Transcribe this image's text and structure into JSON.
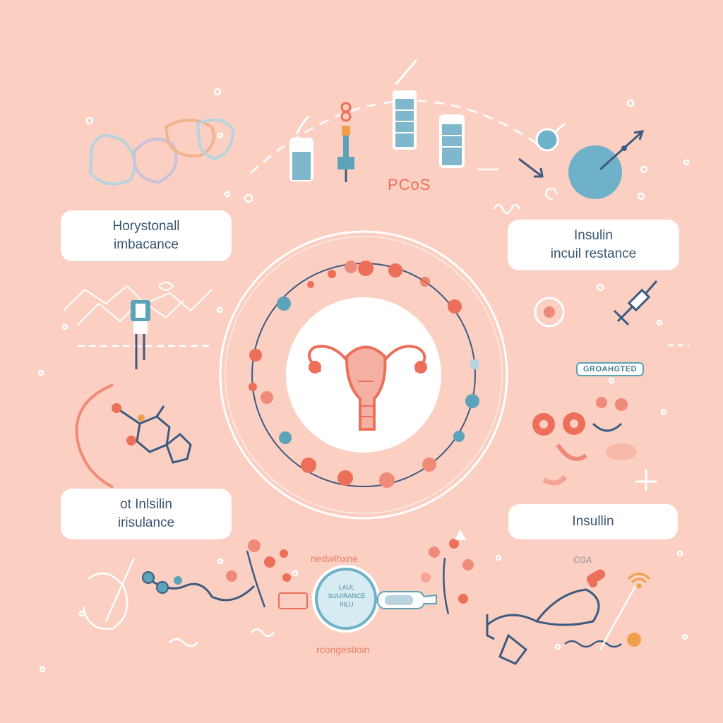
{
  "center_label": "PCoS",
  "cards": {
    "top_left": {
      "line1": "Horystonall",
      "line2": "imbacance"
    },
    "top_right": {
      "line1": "Insulin",
      "line2": "incuil restance"
    },
    "bottom_left": {
      "line1": "ot Inlsilin",
      "line2": "irisulance"
    },
    "bottom_right": {
      "line1": "Insullin"
    }
  },
  "badge": "GROAHGTED",
  "captions": {
    "top": "nedwihxne",
    "bottom": "rcongestioin"
  },
  "chip": {
    "line1": "LAUL",
    "line2": "SUUIRANCE",
    "line3": "IIILU"
  },
  "corner_label": "CGA",
  "colors": {
    "background": "#fbcfc2",
    "coral": "#ec6f59",
    "teal": "#5aa3b8",
    "navy": "#3d5a80",
    "card": "#ffffff"
  },
  "icons": [
    "uterus-icon",
    "test-tube-icon",
    "syringe-icon",
    "molecule-icon",
    "gear-icon",
    "flower-icon",
    "capsule-icon",
    "wifi-icon",
    "loop-icon"
  ]
}
